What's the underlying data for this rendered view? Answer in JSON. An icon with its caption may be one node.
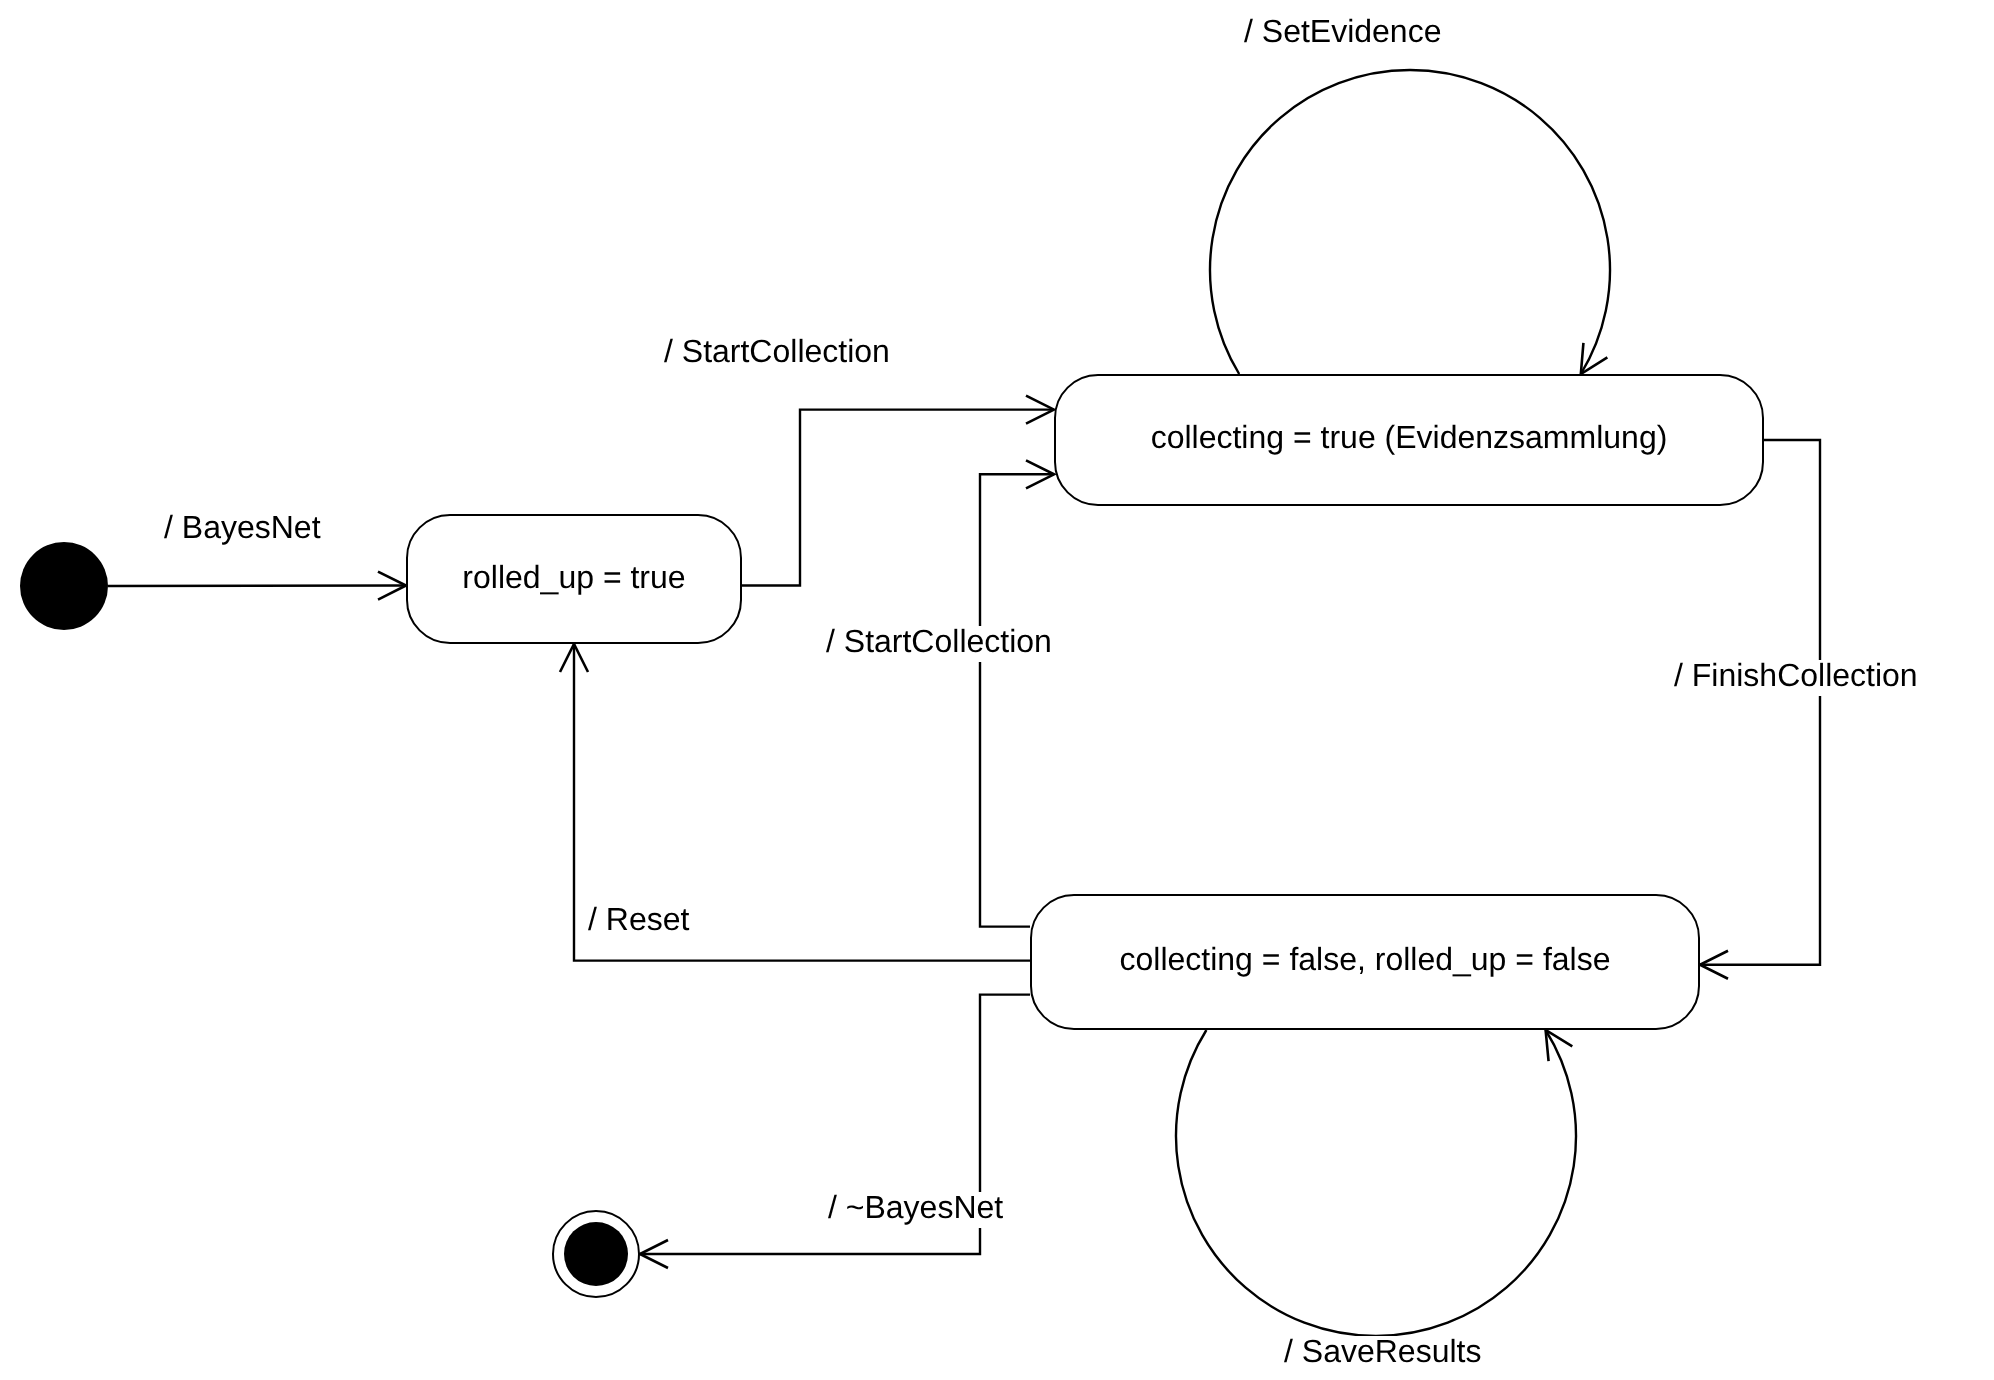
{
  "diagram": {
    "nodes": [
      {
        "text": [],
        "shape": "circle"
      },
      {
        "text": [
          "rolled_up = true"
        ]
      },
      {
        "text": [
          "collecting = true (Evidenzsammlung)"
        ]
      },
      {
        "text": [
          "collecting = false, rolled_up = false"
        ]
      },
      {
        "text": [],
        "shape": "circle"
      }
    ],
    "edges": [
      {
        "from": 0,
        "to": 1,
        "arrow": "to",
        "label": "/ BayesNet"
      },
      {
        "from": 1,
        "to": 2,
        "arrow": "to",
        "label": "/ StartCollection"
      },
      {
        "from": 2,
        "to": 2,
        "arrow": "to",
        "label": "/ SetEvidence"
      },
      {
        "from": 2,
        "to": 3,
        "arrow": "to",
        "label": "/ FinishCollection"
      },
      {
        "from": 3,
        "to": 2,
        "arrow": "to",
        "label": "/ StartCollection"
      },
      {
        "from": 3,
        "to": 1,
        "arrow": "to",
        "label": "/ Reset"
      },
      {
        "from": 3,
        "to": 3,
        "arrow": "to",
        "label": "/ SaveResults"
      },
      {
        "from": 3,
        "to": 4,
        "arrow": "to",
        "label": "/ ~BayesNet"
      }
    ]
  }
}
